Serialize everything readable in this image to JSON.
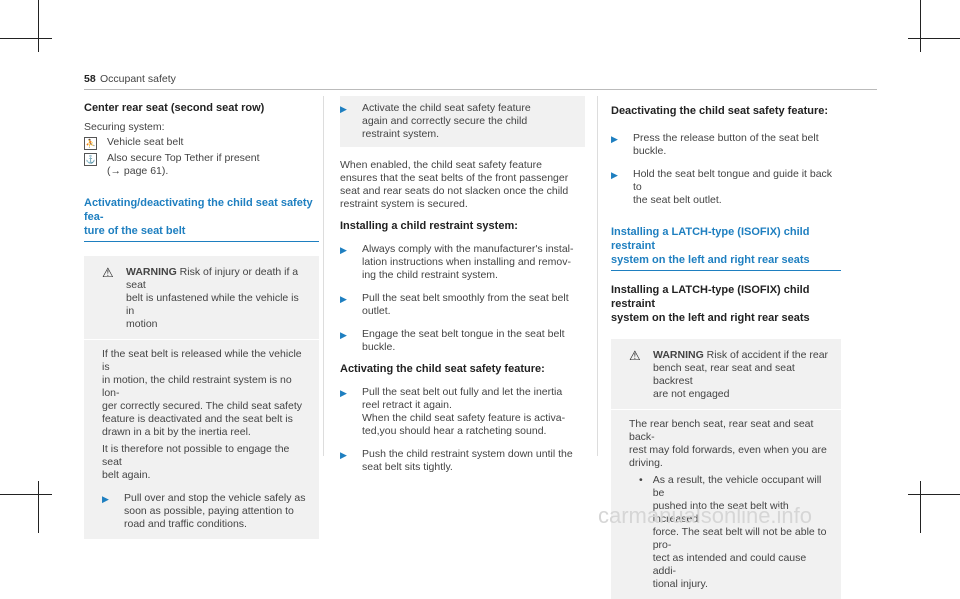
{
  "page": {
    "number": "58",
    "section": "Occupant safety"
  },
  "col1": {
    "heading": "Center rear seat (second seat row)",
    "securing": "Securing system:",
    "icon1_name": "seat-belt-icon",
    "icon1_text": "Vehicle seat belt",
    "icon2_name": "top-tether-icon",
    "icon2_text_1": "Also secure Top Tether if present",
    "icon2_text_2": "(→ page 61).",
    "blue_heading_1": "Activating/deactivating the child seat safety fea-",
    "blue_heading_2": "ture of the seat belt",
    "warning_label": "WARNING",
    "warning_text_1": "Risk of injury or death if a seat",
    "warning_text_2": "belt is unfastened while the vehicle is in",
    "warning_text_3": "motion",
    "body1": [
      "If the seat belt is released while the vehicle is",
      "in motion, the child restraint system is no lon-",
      "ger correctly secured. The child seat safety",
      "feature is deactivated and the seat belt is",
      "drawn in a bit by the inertia reel."
    ],
    "body2": [
      "It is therefore not possible to engage the seat",
      "belt again."
    ],
    "step": [
      "Pull over and stop the vehicle safely as",
      "soon as possible, paying attention to",
      "road and traffic conditions."
    ]
  },
  "col2": {
    "step0": [
      "Activate the child seat safety feature",
      "again and correctly secure the child",
      "restraint system."
    ],
    "para": [
      "When enabled, the child seat safety feature",
      "ensures that the seat belts of the front passenger",
      "seat and rear seats do not slacken once the child",
      "restraint system is secured."
    ],
    "h_install": "Installing a child restraint system:",
    "s1": [
      "Always comply with the manufacturer's instal-",
      "lation instructions when installing and remov-",
      "ing the child restraint system."
    ],
    "s2": [
      "Pull the seat belt smoothly from the seat belt",
      "outlet."
    ],
    "s3": [
      "Engage the seat belt tongue in the seat belt",
      "buckle."
    ],
    "h_activate": "Activating the child seat safety feature:",
    "s4": [
      "Pull the seat belt out fully and let the inertia",
      "reel retract it again.",
      "When the child seat safety feature is activa-",
      "ted,you should hear a ratcheting sound."
    ],
    "s5": [
      "Push the child restraint system down until the",
      "seat belt sits tightly."
    ]
  },
  "col3": {
    "h_deactivate": "Deactivating the child seat safety feature:",
    "s1": [
      "Press the release button of the seat belt",
      "buckle."
    ],
    "s2": [
      "Hold the seat belt tongue and guide it back to",
      "the seat belt outlet."
    ],
    "blue_heading_1": "Installing a LATCH-type (ISOFIX) child restraint",
    "blue_heading_2": "system on the left and right rear seats",
    "h2_1": "Installing a LATCH-type (ISOFIX) child restraint",
    "h2_2": "system on the left and right rear seats",
    "warning_label": "WARNING",
    "warning_text_1": "Risk of accident if the rear",
    "warning_text_2": "bench seat, rear seat and seat backrest",
    "warning_text_3": "are not engaged",
    "body": [
      "The rear bench seat, rear seat and seat back-",
      "rest may fold forwards, even when you are",
      "driving."
    ],
    "bullet": [
      "As a result, the vehicle occupant will be",
      "pushed into the seat belt with increased",
      "force. The seat belt will not be able to pro-",
      "tect as intended and could cause addi-",
      "tional injury."
    ]
  },
  "watermark": "carmanualsonline.info"
}
